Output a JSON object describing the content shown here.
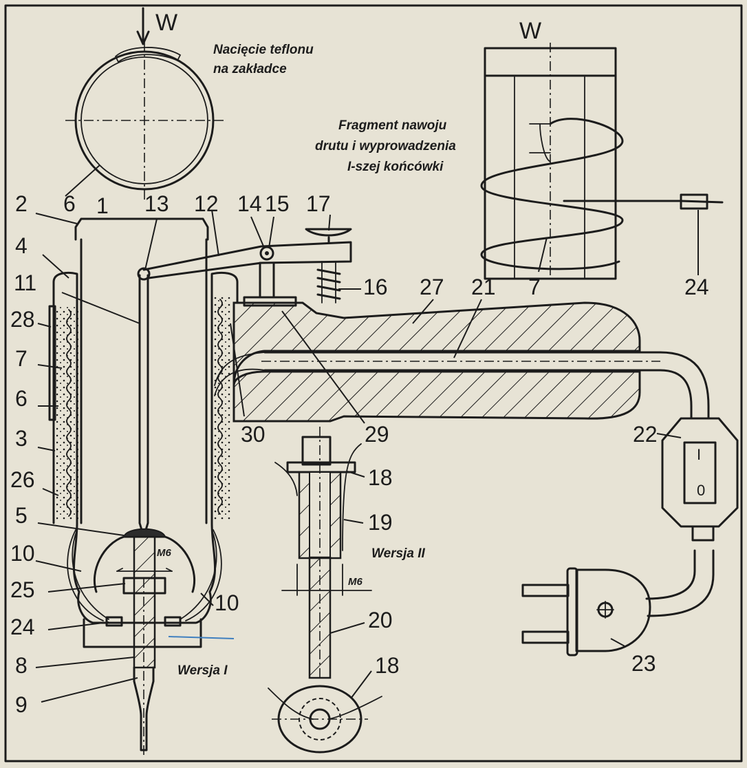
{
  "caption_teflon": [
    "Nacięcie teflonu",
    "na zakładce"
  ],
  "caption_fragment": [
    "Fragment nawoju",
    "drutu i wyprowadzenia",
    "I-szej końcówki"
  ],
  "label_w_top": "W",
  "label_w_right": "W",
  "thread_label": "M6",
  "thread_label_2": "M6",
  "version_1": "Wersja I",
  "version_2": "Wersja II",
  "switch_on": "I",
  "switch_off": "0",
  "callouts": {
    "n1": "1",
    "n2": "2",
    "n3": "3",
    "n4": "4",
    "n5": "5",
    "n6a": "6",
    "n6b": "6",
    "n7a": "7",
    "n7b": "7",
    "n8": "8",
    "n9": "9",
    "n10a": "10",
    "n10b": "10",
    "n11": "11",
    "n12": "12",
    "n13": "13",
    "n14": "14",
    "n15": "15",
    "n16": "16",
    "n17": "17",
    "n18a": "18",
    "n18b": "18",
    "n19": "19",
    "n20": "20",
    "n21": "21",
    "n22": "22",
    "n23": "23",
    "n24a": "24",
    "n24b": "24",
    "n25": "25",
    "n26": "26",
    "n27": "27",
    "n28": "28",
    "n29": "29",
    "n30": "30"
  }
}
